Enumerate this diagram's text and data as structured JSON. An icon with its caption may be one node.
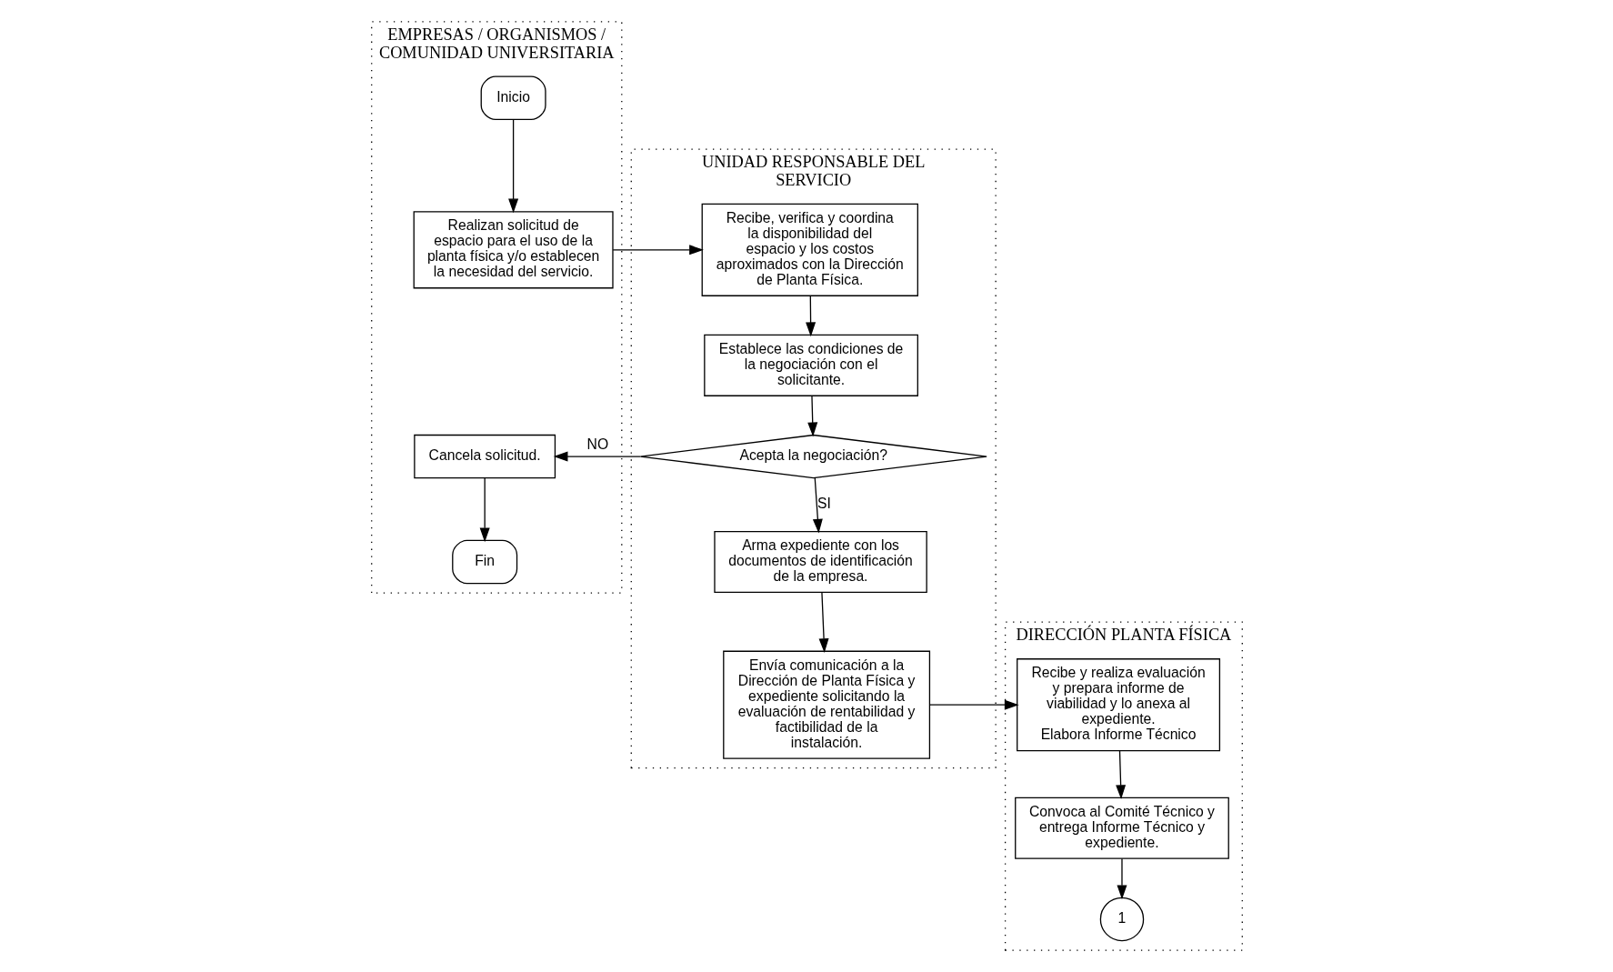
{
  "diagram": {
    "nodes": [
      {
        "text": [
          "EMPRESAS / ORGANISMOS / COMUNIDAD UNIVERSITARIA"
        ]
      },
      {
        "text": [
          "UNIDAD RESPONSABLE DEL SERVICIO"
        ]
      },
      {
        "text": [
          "DIRECCIÓN PLANTA FÍSICA"
        ]
      },
      {
        "text": [
          "Inicio"
        ],
        "in": 0
      },
      {
        "text": [
          "Realizan solicitud de espacio para el uso de la planta física y/o establecen la necesidad del servicio."
        ],
        "in": 0
      },
      {
        "text": [
          "Recibe, verifica y coordina la disponibilidad del espacio y los costos aproximados con la Dirección de Planta Física."
        ],
        "in": 1
      },
      {
        "text": [
          "Establece las condiciones de la negociación con el solicitante."
        ],
        "in": 1
      },
      {
        "text": [
          "Acepta la negociación?"
        ],
        "in": 1
      },
      {
        "text": [
          "Cancela solicitud."
        ],
        "in": 0
      },
      {
        "text": [
          "Fin"
        ],
        "in": 0
      },
      {
        "text": [
          "Arma expediente con los documentos de identificación de la empresa."
        ],
        "in": 1
      },
      {
        "text": [
          "Envía comunicación a la Dirección de Planta Física y expediente solicitando la evaluación de rentabilidad y factibilidad de la instalación."
        ],
        "in": 1
      },
      {
        "text": [
          "Recibe y realiza evaluación y prepara informe de viabilidad y lo anexa al expediente.",
          "Elabora Informe Técnico"
        ],
        "in": 2
      },
      {
        "text": [
          "Convoca al Comité Técnico y entrega Informe Técnico y expediente."
        ],
        "in": 2
      },
      {
        "text": [
          "1"
        ],
        "in": 2
      }
    ],
    "edges": [
      {
        "from": 3,
        "to": 4,
        "arrow": "to"
      },
      {
        "from": 4,
        "to": 5,
        "arrow": "to"
      },
      {
        "from": 5,
        "to": 6,
        "arrow": "to"
      },
      {
        "from": 6,
        "to": 7,
        "arrow": "to"
      },
      {
        "from": 7,
        "to": 8,
        "arrow": "to",
        "label": "NO"
      },
      {
        "from": 8,
        "to": 9,
        "arrow": "to"
      },
      {
        "from": 7,
        "to": 10,
        "arrow": "to",
        "label": "SI"
      },
      {
        "from": 10,
        "to": 11,
        "arrow": "to"
      },
      {
        "from": 11,
        "to": 12,
        "arrow": "to"
      },
      {
        "from": 12,
        "to": 13,
        "arrow": "to"
      },
      {
        "from": 13,
        "to": 14,
        "arrow": "to"
      }
    ]
  }
}
